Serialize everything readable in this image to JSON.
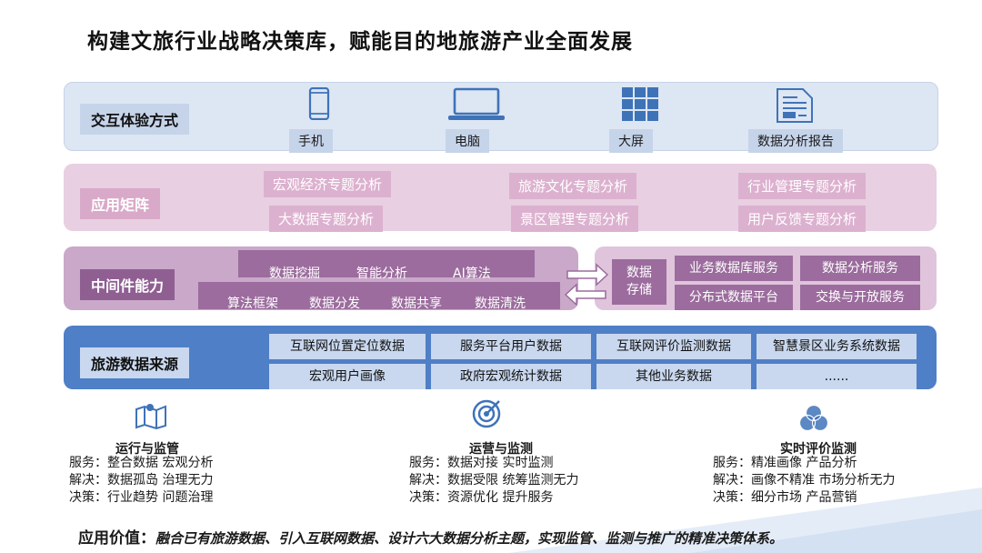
{
  "title": "构建文旅行业战略决策库，赋能目的地旅游产业全面发展",
  "interaction": {
    "label": "交互体验方式",
    "devices": [
      {
        "label": "手机",
        "icon": "phone-icon"
      },
      {
        "label": "电脑",
        "icon": "laptop-icon"
      },
      {
        "label": "大屏",
        "icon": "grid-screen-icon"
      },
      {
        "label": "数据分析报告",
        "icon": "report-icon"
      }
    ]
  },
  "application": {
    "label": "应用矩阵",
    "items": [
      "宏观经济专题分析",
      "大数据专题分析",
      "旅游文化专题分析",
      "景区管理专题分析",
      "行业管理专题分析",
      "用户反馈专题分析"
    ]
  },
  "middleware": {
    "label": "中间件能力",
    "top": [
      "数据挖掘",
      "智能分析",
      "AI算法"
    ],
    "bottom": [
      "算法框架",
      "数据分发",
      "数据共享",
      "数据清洗"
    ],
    "storage_line1": "数据",
    "storage_line2": "存储",
    "services": [
      "业务数据库服务",
      "数据分析服务",
      "分布式数据平台",
      "交换与开放服务"
    ]
  },
  "sources": {
    "label": "旅游数据来源",
    "row1": [
      "互联网位置定位数据",
      "服务平台用户数据",
      "互联网评价监测数据",
      "智慧景区业务系统数据"
    ],
    "row2": [
      "宏观用户画像",
      "政府宏观统计数据",
      "其他业务数据",
      "......"
    ]
  },
  "bottom": [
    {
      "title": "运行与监管",
      "icon": "map-icon",
      "lines": [
        "服务：整合数据 宏观分析",
        "解决：数据孤岛 治理无力",
        "决策：行业趋势 问题治理"
      ]
    },
    {
      "title": "运营与监测",
      "icon": "target-icon",
      "lines": [
        "服务：数据对接 实时监测",
        "解决：数据受限 统筹监测无力",
        "决策：资源优化 提升服务"
      ]
    },
    {
      "title": "实时评价监测",
      "icon": "venn-icon",
      "lines": [
        "服务：精准画像 产品分析",
        "解决：画像不精准 市场分析无力",
        "决策：细分市场 产品营销"
      ]
    }
  ],
  "value": {
    "label": "应用价值：",
    "text": "融合已有旅游数据、引入互联网数据、设计六大数据分析主题，实现监管、监测与推广的精准决策体系。"
  },
  "colors": {
    "interaction_band": "#dde6f3",
    "application_band": "#e8cfe1",
    "middleware_band": "#c9a8c9",
    "source_band": "#4f7fc6"
  }
}
